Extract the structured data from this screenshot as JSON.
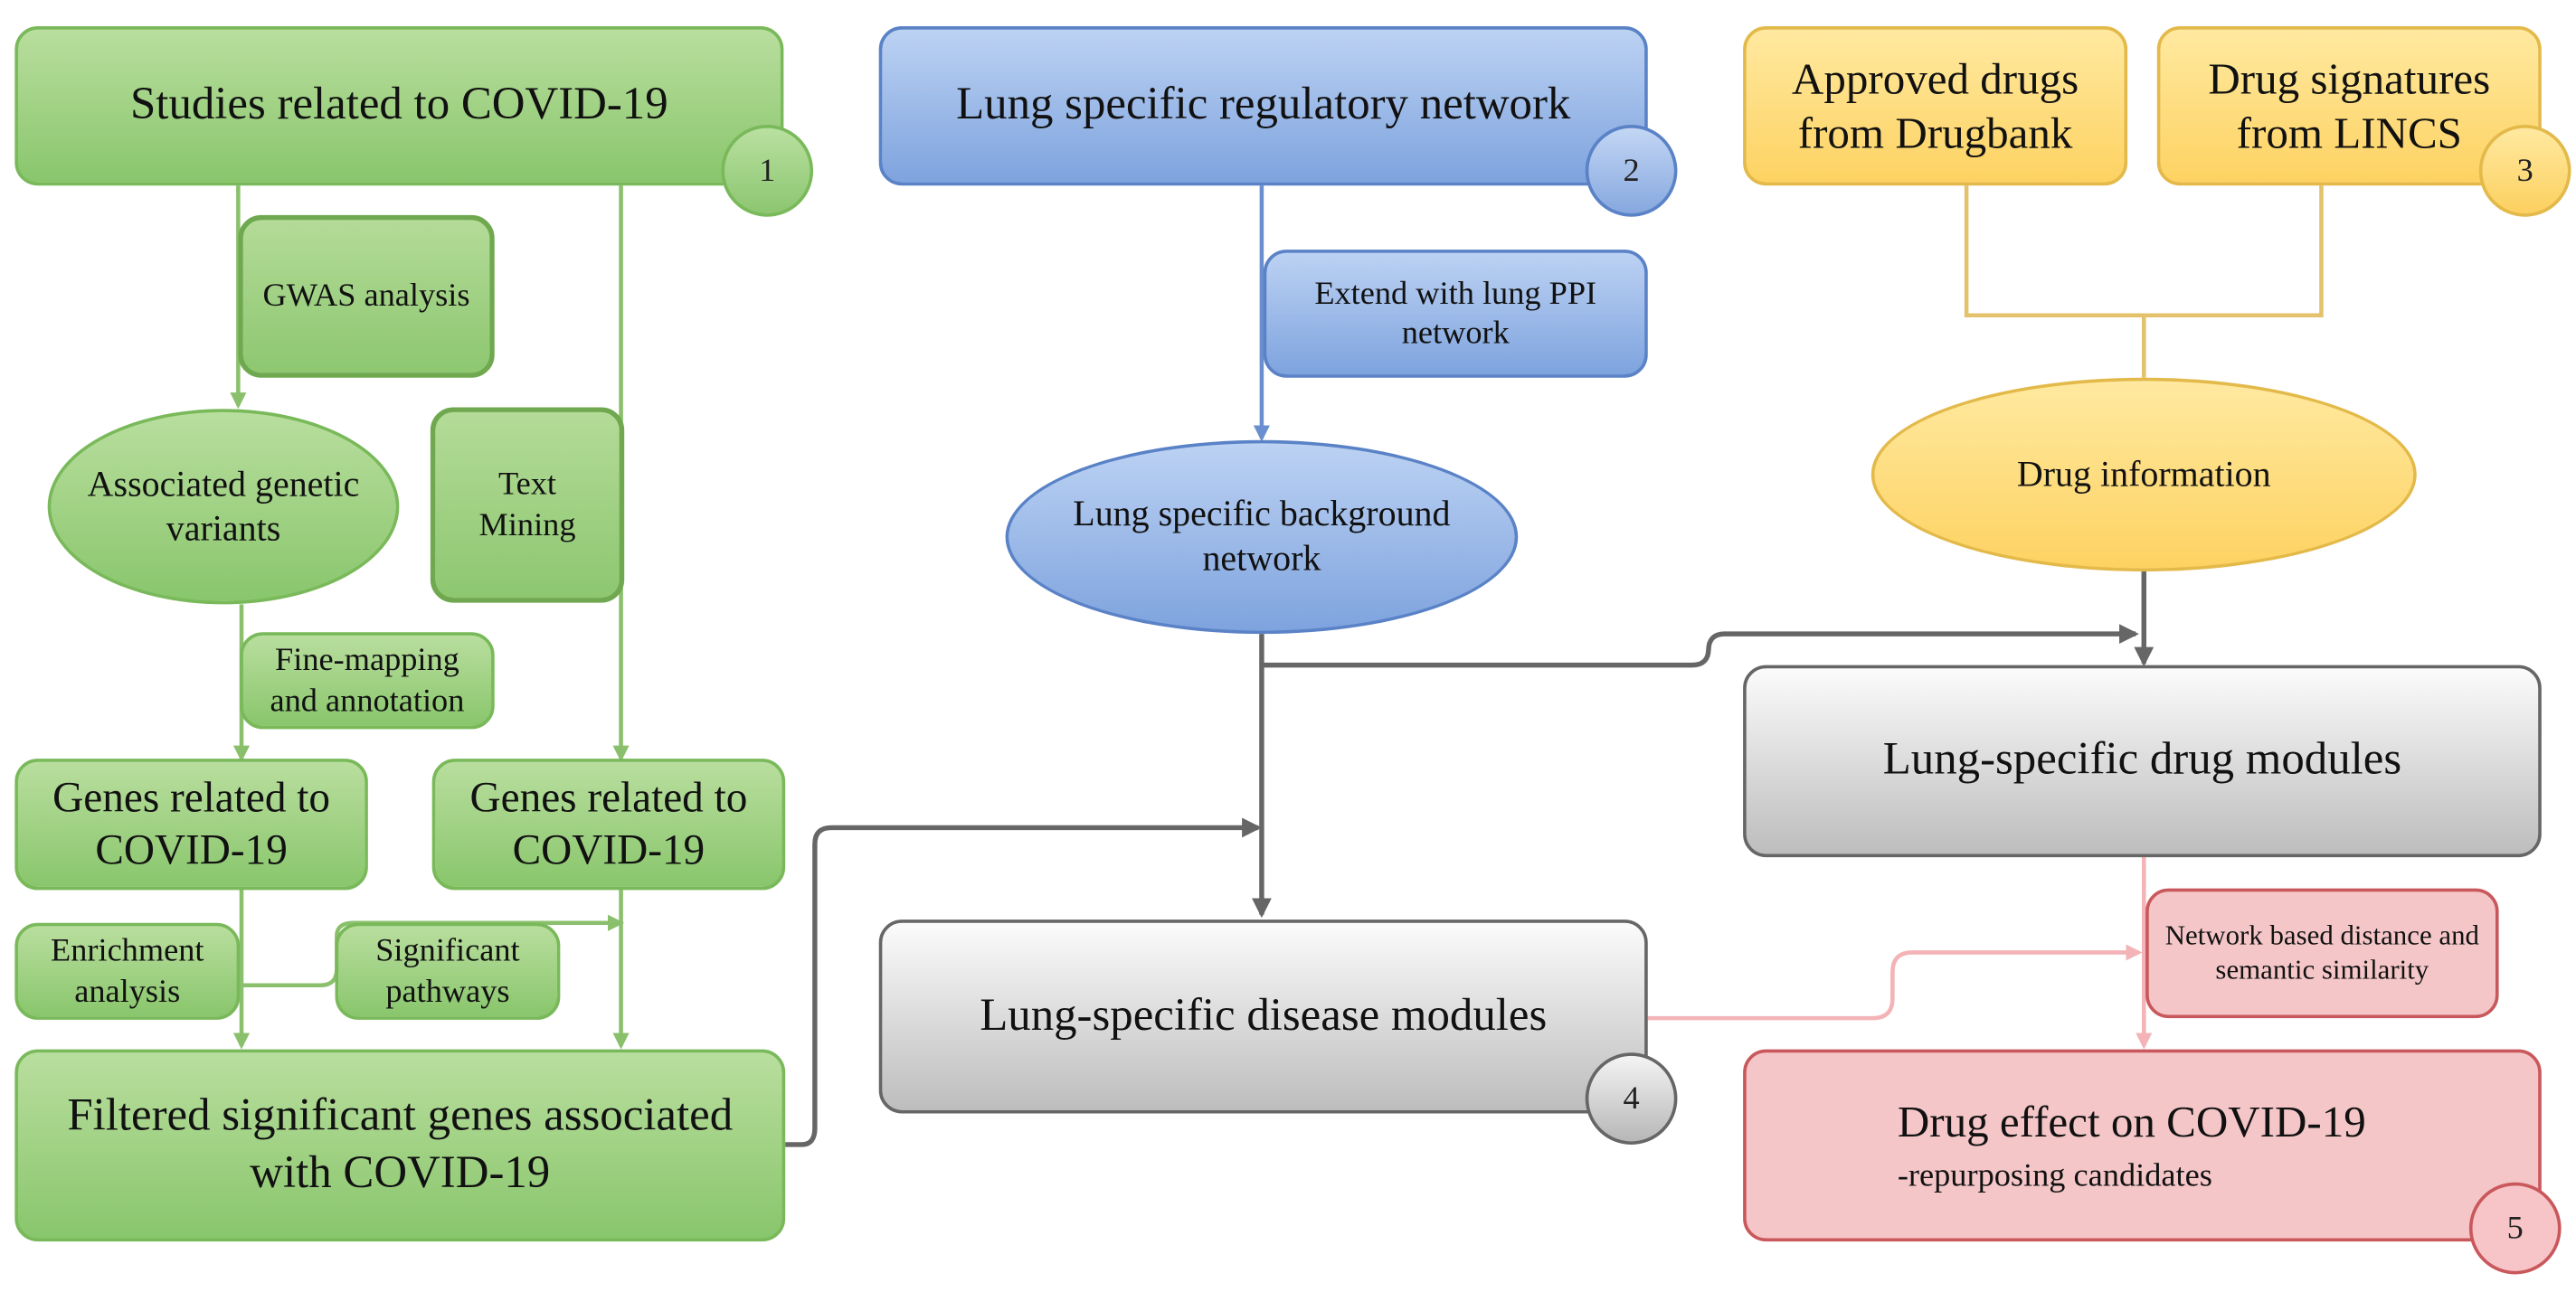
{
  "nodes": {
    "studies": "Studies related to COVID-19",
    "gwas": "GWAS analysis",
    "associated_variants": "Associated genetic variants",
    "text_mining": "Text Mining",
    "fine_mapping": "Fine-mapping and annotation",
    "genes_left": "Genes related to COVID-19",
    "genes_right": "Genes related to COVID-19",
    "enrichment": "Enrichment analysis",
    "significant_pathways": "Significant pathways",
    "filtered_genes": "Filtered significant genes associated with COVID-19",
    "lung_regulatory": "Lung specific regulatory network",
    "extend_ppi": "Extend with lung PPI network",
    "lung_background": "Lung specific background network",
    "disease_modules": "Lung-specific disease modules",
    "approved_drugs": "Approved drugs from Drugbank",
    "drug_signatures": "Drug signatures from LINCS",
    "drug_information": "Drug information",
    "drug_modules": "Lung-specific drug modules",
    "network_distance": "Network based distance and semantic similarity",
    "drug_effect_title": "Drug effect on COVID-19",
    "drug_effect_subtitle": "-repurposing candidates"
  },
  "badges": {
    "one": "1",
    "two": "2",
    "three": "3",
    "four": "4",
    "five": "5"
  },
  "colors": {
    "green": "#8dc770",
    "blue": "#7ea3de",
    "yellow": "#fdd262",
    "gray": "#bdbdbd",
    "pink": "#f5c6c8",
    "green_line": "#8ac06c",
    "blue_line": "#6a8fd0",
    "yellow_line": "#e3c26b",
    "gray_line": "#666666",
    "pink_line": "#f4b3b6"
  }
}
